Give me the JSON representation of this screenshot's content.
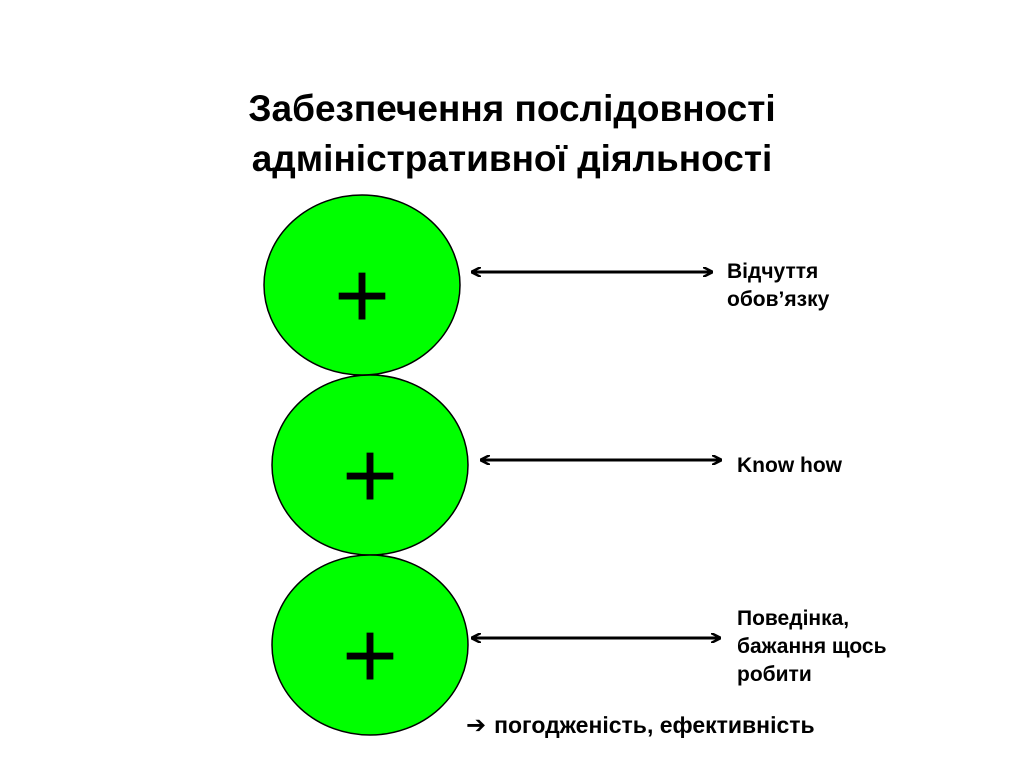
{
  "title": {
    "line1": "Забезпечення послідовності",
    "line2": "адміністративної діяльності"
  },
  "items": [
    {
      "symbol": "+",
      "label_lines": [
        "Відчуття",
        "обов’язку"
      ]
    },
    {
      "symbol": "+",
      "label_lines": [
        "Know how"
      ]
    },
    {
      "symbol": "+",
      "label_lines": [
        "Поведінка,",
        "бажання щось",
        "робити"
      ]
    }
  ],
  "summary": {
    "arrow": "➔",
    "text": "погодженість, ефективність"
  },
  "colors": {
    "circle_fill": "#00ff00",
    "circle_stroke": "#000000",
    "text": "#000000",
    "background": "#ffffff"
  }
}
